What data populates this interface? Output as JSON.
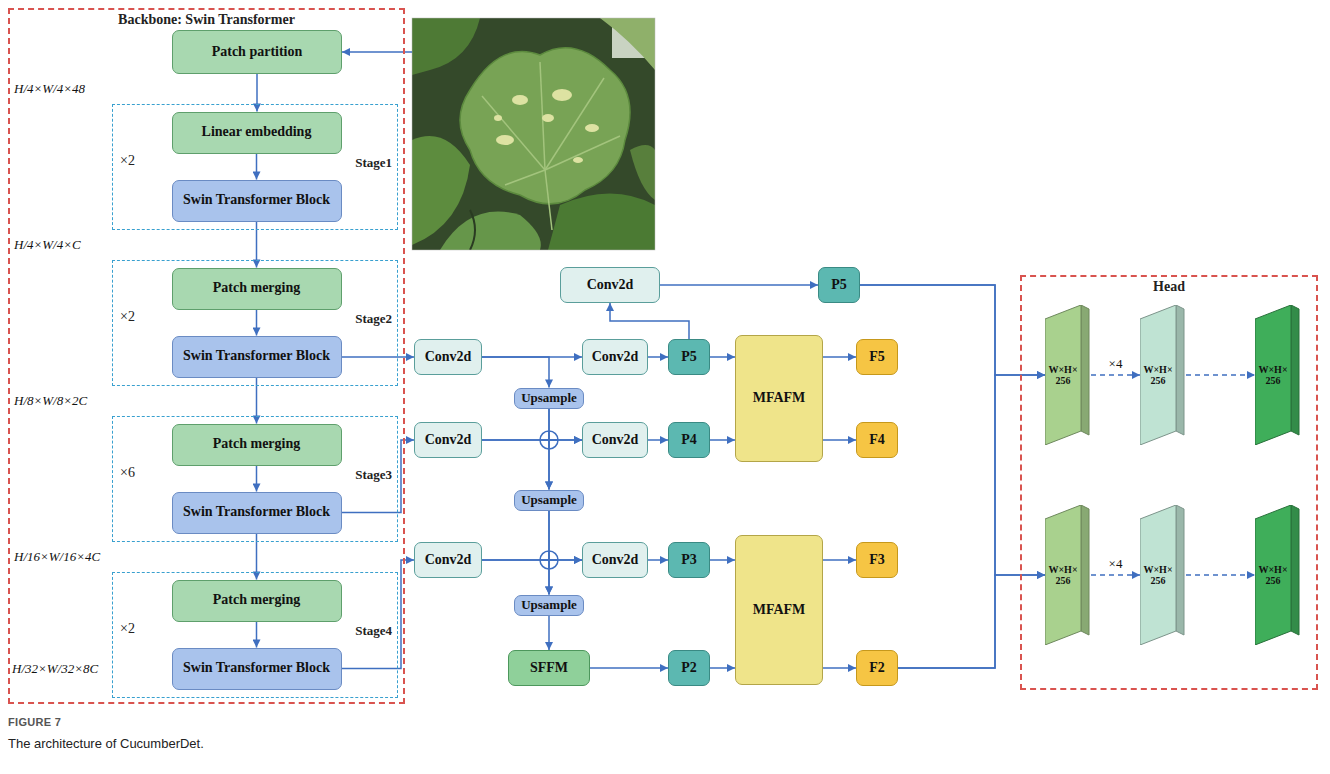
{
  "diagram": {
    "caption": "The architecture of CucumberDet.",
    "nodes": [
      {
        "text": [
          "Backbone: Swin Transformer"
        ]
      },
      {
        "text": [
          "Patch partition"
        ],
        "in": 0
      },
      {
        "text": [
          "Stage1",
          "×2"
        ],
        "in": 0
      },
      {
        "text": [
          "Linear embedding"
        ],
        "in": 2
      },
      {
        "text": [
          "Swin Transformer Block"
        ],
        "in": 2
      },
      {
        "text": [
          "Stage2",
          "×2"
        ],
        "in": 0
      },
      {
        "text": [
          "Patch merging"
        ],
        "in": 5
      },
      {
        "text": [
          "Swin Transformer Block"
        ],
        "in": 5
      },
      {
        "text": [
          "Stage3",
          "×6"
        ],
        "in": 0
      },
      {
        "text": [
          "Patch merging"
        ],
        "in": 8
      },
      {
        "text": [
          "Swin Transformer Block"
        ],
        "in": 8
      },
      {
        "text": [
          "Stage4",
          "×2"
        ],
        "in": 0
      },
      {
        "text": [
          "Patch merging"
        ],
        "in": 11
      },
      {
        "text": [
          "Swin Transformer Block"
        ],
        "in": 11
      },
      {
        "text": [
          "Conv2d"
        ]
      },
      {
        "text": [
          "P5"
        ]
      },
      {
        "text": [
          "Conv2d"
        ]
      },
      {
        "text": [
          "Conv2d"
        ]
      },
      {
        "text": [
          "P5"
        ]
      },
      {
        "text": [
          "MFAFM"
        ]
      },
      {
        "text": [
          "F5"
        ]
      },
      {
        "text": [
          "Upsample"
        ]
      },
      {
        "text": [
          "Conv2d"
        ]
      },
      {
        "text": [
          "Conv2d"
        ]
      },
      {
        "text": [
          "P4"
        ]
      },
      {
        "text": [
          "F4"
        ]
      },
      {
        "text": [
          "Upsample"
        ]
      },
      {
        "text": [
          "Conv2d"
        ]
      },
      {
        "text": [
          "Conv2d"
        ]
      },
      {
        "text": [
          "P3"
        ]
      },
      {
        "text": [
          "MFAFM"
        ]
      },
      {
        "text": [
          "F3"
        ]
      },
      {
        "text": [
          "Upsample"
        ]
      },
      {
        "text": [
          "SFFM"
        ]
      },
      {
        "text": [
          "P2"
        ]
      },
      {
        "text": [
          "F2"
        ]
      },
      {
        "text": [
          "Head"
        ]
      },
      {
        "text": [
          "W×H× 256"
        ],
        "in": 36
      },
      {
        "text": [
          "W×H× 256"
        ],
        "in": 36
      },
      {
        "text": [
          "W×H× 256"
        ],
        "in": 36
      },
      {
        "text": [
          "W×H× 256"
        ],
        "in": 36
      },
      {
        "text": [
          "W×H× 256"
        ],
        "in": 36
      },
      {
        "text": [
          "W×H× 256"
        ],
        "in": 36
      }
    ],
    "edges": [
      {
        "from": 1,
        "to": 3,
        "arrow": "to"
      },
      {
        "from": 3,
        "to": 4,
        "arrow": "to"
      },
      {
        "from": 4,
        "to": 6,
        "arrow": "to"
      },
      {
        "from": 6,
        "to": 7,
        "arrow": "to"
      },
      {
        "from": 7,
        "to": 9,
        "arrow": "to"
      },
      {
        "from": 9,
        "to": 10,
        "arrow": "to"
      },
      {
        "from": 10,
        "to": 12,
        "arrow": "to"
      },
      {
        "from": 12,
        "to": 13,
        "arrow": "to"
      },
      {
        "from": 7,
        "to": 16,
        "arrow": "to"
      },
      {
        "from": 10,
        "to": 22,
        "arrow": "to"
      },
      {
        "from": 13,
        "to": 27,
        "arrow": "to"
      },
      {
        "from": 16,
        "to": 17,
        "arrow": "to"
      },
      {
        "from": 16,
        "to": 21,
        "arrow": "to"
      },
      {
        "from": 21,
        "to": 23,
        "arrow": "to"
      },
      {
        "from": 21,
        "to": 26,
        "arrow": "to"
      },
      {
        "from": 22,
        "to": 23,
        "arrow": "to"
      },
      {
        "from": 22,
        "to": 26,
        "arrow": "to"
      },
      {
        "from": 26,
        "to": 28,
        "arrow": "to"
      },
      {
        "from": 26,
        "to": 32,
        "arrow": "to"
      },
      {
        "from": 27,
        "to": 28,
        "arrow": "to"
      },
      {
        "from": 27,
        "to": 32,
        "arrow": "to"
      },
      {
        "from": 32,
        "to": 33,
        "arrow": "to"
      },
      {
        "from": 33,
        "to": 34,
        "arrow": "to"
      },
      {
        "from": 17,
        "to": 18,
        "arrow": "to"
      },
      {
        "from": 23,
        "to": 24,
        "arrow": "to"
      },
      {
        "from": 28,
        "to": 29,
        "arrow": "to"
      },
      {
        "from": 18,
        "to": 14,
        "arrow": "to"
      },
      {
        "from": 14,
        "to": 15,
        "arrow": "to"
      },
      {
        "from": 18,
        "to": 19,
        "arrow": "to"
      },
      {
        "from": 24,
        "to": 19,
        "arrow": "to"
      },
      {
        "from": 19,
        "to": 20,
        "arrow": "to"
      },
      {
        "from": 19,
        "to": 25,
        "arrow": "to"
      },
      {
        "from": 29,
        "to": 30,
        "arrow": "to"
      },
      {
        "from": 34,
        "to": 30,
        "arrow": "to"
      },
      {
        "from": 30,
        "to": 31,
        "arrow": "to"
      },
      {
        "from": 30,
        "to": 35,
        "arrow": "to"
      },
      {
        "from": 15,
        "to": 37,
        "arrow": "to"
      },
      {
        "from": 15,
        "to": 40,
        "arrow": "to"
      },
      {
        "from": 35,
        "to": 37,
        "arrow": "to"
      },
      {
        "from": 35,
        "to": 40,
        "arrow": "to"
      },
      {
        "from": 37,
        "to": 38,
        "label": "×4",
        "arrow": "to"
      },
      {
        "from": 38,
        "to": 39,
        "arrow": "to"
      },
      {
        "from": 40,
        "to": 41,
        "label": "×4",
        "arrow": "to"
      },
      {
        "from": 41,
        "to": 42,
        "arrow": "to"
      }
    ],
    "labels": [
      "H/4×W/4×48",
      "H/4×W/4×C",
      "H/8×W/8×2C",
      "H/16×W/16×4C",
      "H/32×W/32×8C",
      "FIGURE 7"
    ]
  }
}
